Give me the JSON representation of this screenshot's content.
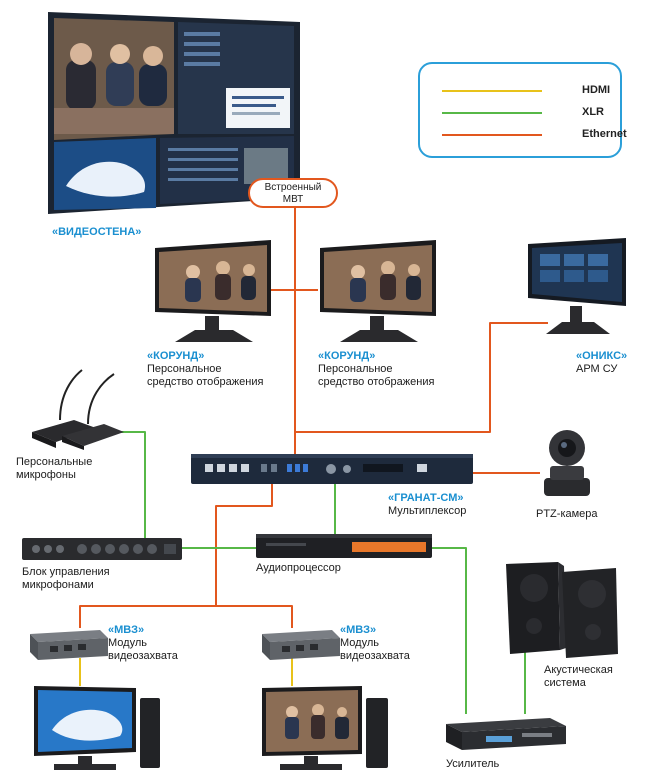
{
  "legend": {
    "items": [
      {
        "label": "HDMI",
        "color": "#e8c21a"
      },
      {
        "label": "XLR",
        "color": "#57b847"
      },
      {
        "label": "Ethernet",
        "color": "#e2571e"
      }
    ]
  },
  "nodes": {
    "mvt": {
      "line1": "Встроенный",
      "line2": "МВТ"
    },
    "videowall": {
      "brand": "«ВИДЕОСТЕНА»"
    },
    "korund1": {
      "brand": "«КОРУНД»",
      "line1": "Персональное",
      "line2": "средство отображения"
    },
    "korund2": {
      "brand": "«КОРУНД»",
      "line1": "Персональное",
      "line2": "средство отображения"
    },
    "oniks": {
      "brand": "«ОНИКС»",
      "line1": "АРМ СУ"
    },
    "mics": {
      "line1": "Персональные",
      "line2": "микрофоны"
    },
    "granat": {
      "brand": "«ГРАНАТ-СМ»",
      "line1": "Мультиплексор"
    },
    "ptz": {
      "line1": "PTZ-камера"
    },
    "mic_control": {
      "line1": "Блок управления",
      "line2": "микрофонами"
    },
    "audioproc": {
      "line1": "Аудиопроцессор"
    },
    "mvz1": {
      "brand": "«МВЗ»",
      "line1": "Модуль",
      "line2": "видеозахвата"
    },
    "mvz2": {
      "brand": "«МВЗ»",
      "line1": "Модуль",
      "line2": "видеозахвата"
    },
    "speakers": {
      "line1": "Акустическая",
      "line2": "система"
    },
    "amp": {
      "line1": "Усилитель"
    }
  }
}
